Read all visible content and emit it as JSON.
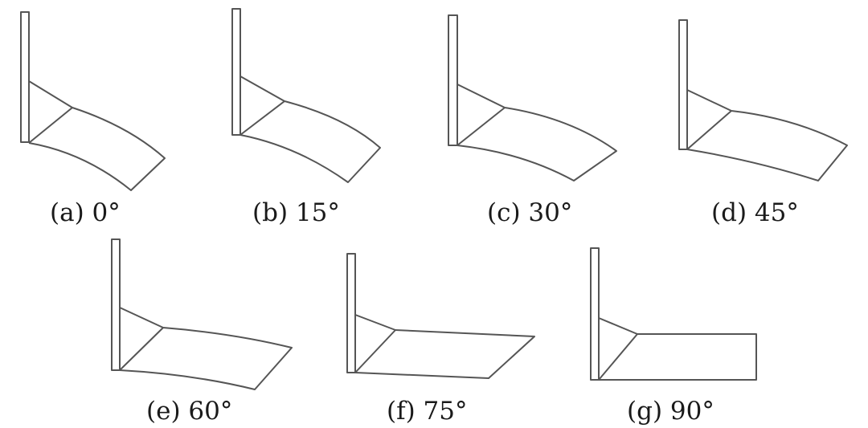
{
  "panels": [
    {
      "id": "a",
      "caption": "(a) 0°"
    },
    {
      "id": "b",
      "caption": "(b) 15°"
    },
    {
      "id": "c",
      "caption": "(c) 30°"
    },
    {
      "id": "d",
      "caption": "(d) 45°"
    },
    {
      "id": "e",
      "caption": "(e) 60°"
    },
    {
      "id": "f",
      "caption": "(f) 75°"
    },
    {
      "id": "g",
      "caption": "(g) 90°"
    }
  ],
  "colors": {
    "stroke": "#555555",
    "text": "#1a1a1a",
    "background": "#ffffff"
  }
}
